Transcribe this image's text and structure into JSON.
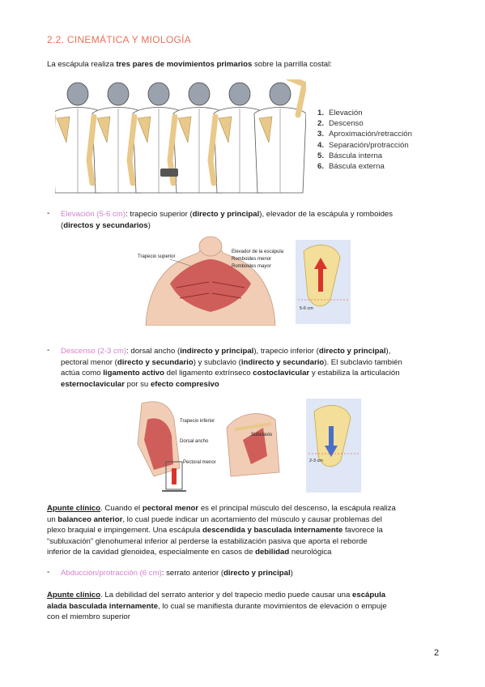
{
  "heading": "2.2.  CINEMÁTICA Y MIOLOGÍA",
  "intro": {
    "a": "La escápula realiza ",
    "b": "tres pares de movimientos primarios",
    "c": " sobre la parrilla costal:"
  },
  "movements": [
    {
      "n": "1.",
      "label": "Elevación"
    },
    {
      "n": "2.",
      "label": "Descenso"
    },
    {
      "n": "3.",
      "label": "Aproximación/retracción"
    },
    {
      "n": "4.",
      "label": "Separación/protracción"
    },
    {
      "n": "5.",
      "label": "Báscula interna"
    },
    {
      "n": "6.",
      "label": "Báscula externa"
    }
  ],
  "elevacion": {
    "title": "Elevación (5-6 cm)",
    "t1": ": trapecio superior (",
    "b1": "directo y principal",
    "t2": "), elevador de la escápula y romboides",
    "t3": "(",
    "b2": "directos y secundarios",
    "t4": ")"
  },
  "fig2": {
    "trapecio": "Trapecio superior",
    "elevador": "Elevador de la escápula",
    "rmenor": "Romboides menor",
    "rmayor": "Romboides mayor",
    "cm": "5-6 cm"
  },
  "descenso": {
    "title": "Descenso (2-3 cm)",
    "l1a": ": dorsal ancho (",
    "l1b": "indirecto y principal",
    "l1c": "), trapecio inferior (",
    "l1d": "directo y principal",
    "l1e": "),",
    "l2a": "pectoral menor (",
    "l2b": "directo y secundario",
    "l2c": ") y subclavio (",
    "l2d": "indirecto y secundario",
    "l2e": "). El subclavio también",
    "l3a": "actúa como ",
    "l3b": "ligamento activo",
    "l3c": " del ligamento extrínseco ",
    "l3d": "costoclavicular",
    "l3e": " y estabiliza la articulación",
    "l4a": "esternoclavicular",
    "l4b": " por su ",
    "l4c": "efecto compresivo"
  },
  "fig3": {
    "trapecio_inf": "Trapecio inferior",
    "dorsal": "Dorsal ancho",
    "pectoral": "Pectoral menor",
    "subclavio": "Subclavio",
    "cm": "2-3 cm"
  },
  "apunte1": {
    "label": "Apunte clínico",
    "l1a": ". Cuando el ",
    "l1b": "pectoral menor",
    "l1c": " es el principal músculo del descenso, la escápula realiza",
    "l2a": "un ",
    "l2b": "balanceo anterior",
    "l2c": ", lo cual puede indicar un acortamiento del músculo y causar problemas del",
    "l3": "plexo braquial e impingement. Una escápula ",
    "l3b": "descendida y basculada internamente",
    "l3c": " favorece la",
    "l4": "“subluxación” glenohumeral inferior al perderse la estabilización pasiva que aporta el reborde",
    "l5a": "inferior de la cavidad glenoidea, especialmente en casos de ",
    "l5b": "debilidad",
    "l5c": " neurológica"
  },
  "abduccion": {
    "title": "Abducción/protracción (6 cm)",
    "t1": ": serrato anterior (",
    "b1": "directo y principal",
    "t2": ")"
  },
  "apunte2": {
    "label": "Apunte clínico",
    "l1a": ". La debilidad del serrato anterior y del trapecio medio puede causar una ",
    "l1b": "escápula",
    "l2a": "alada basculada internamente",
    "l2b": ", lo cual se manifiesta durante movimientos de elevación o empuje",
    "l3": "con el miembro superior"
  },
  "page_number": "2",
  "colors": {
    "heading": "#e8715c",
    "pink": "#d67fd0",
    "muscle": "#c94a4a",
    "bone": "#e9c98a",
    "arrow_up": "#d9342b",
    "arrow_down": "#4a6fc9"
  }
}
